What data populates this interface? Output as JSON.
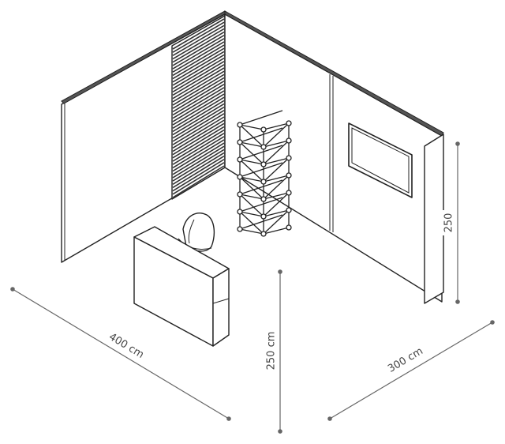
{
  "dimensions": {
    "width_label": "400 cm",
    "height_label": "250 cm",
    "depth_label": "300 cm",
    "side_height_label": "250"
  }
}
